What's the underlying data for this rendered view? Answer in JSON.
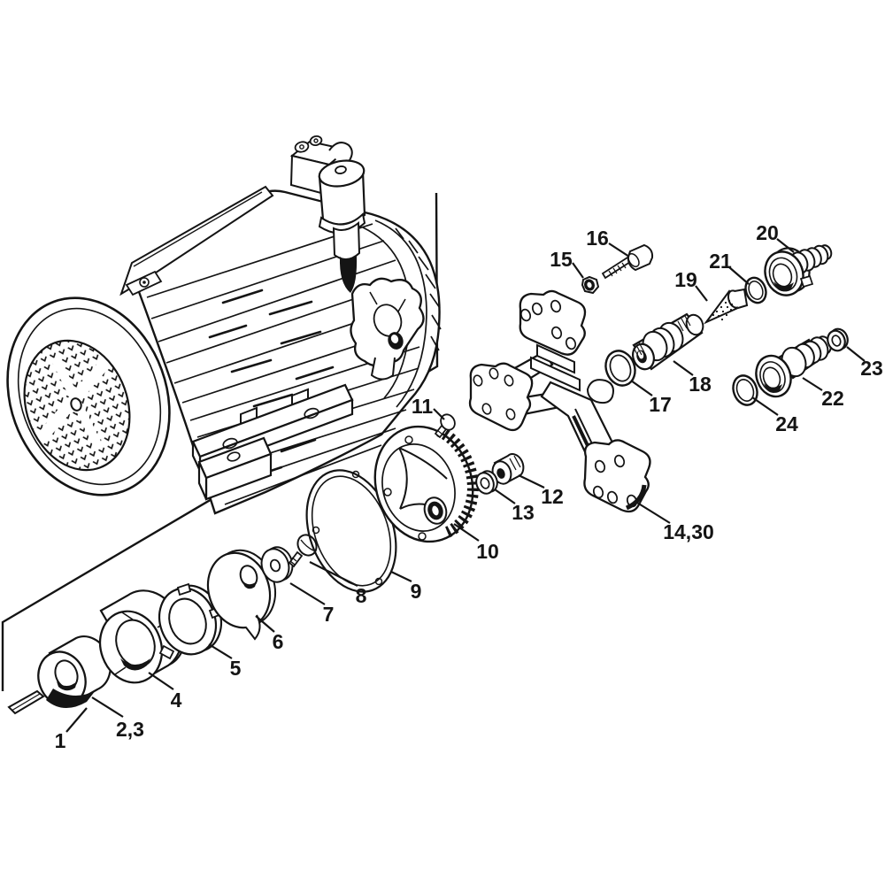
{
  "figure": {
    "kind": "exploded-parts-diagram",
    "colors": {
      "background": "#ffffff",
      "ink": "#141414"
    },
    "part_labels": {
      "p1": "1",
      "p2_3": "2,3",
      "p4": "4",
      "p5": "5",
      "p6": "6",
      "p7": "7",
      "p8": "8",
      "p9": "9",
      "p10": "10",
      "p11": "11",
      "p12": "12",
      "p13": "13",
      "p14_30": "14,30",
      "p15": "15",
      "p16": "16",
      "p17": "17",
      "p18": "18",
      "p19": "19",
      "p20": "20",
      "p21": "21",
      "p22": "22",
      "p23": "23",
      "p24": "24"
    }
  }
}
